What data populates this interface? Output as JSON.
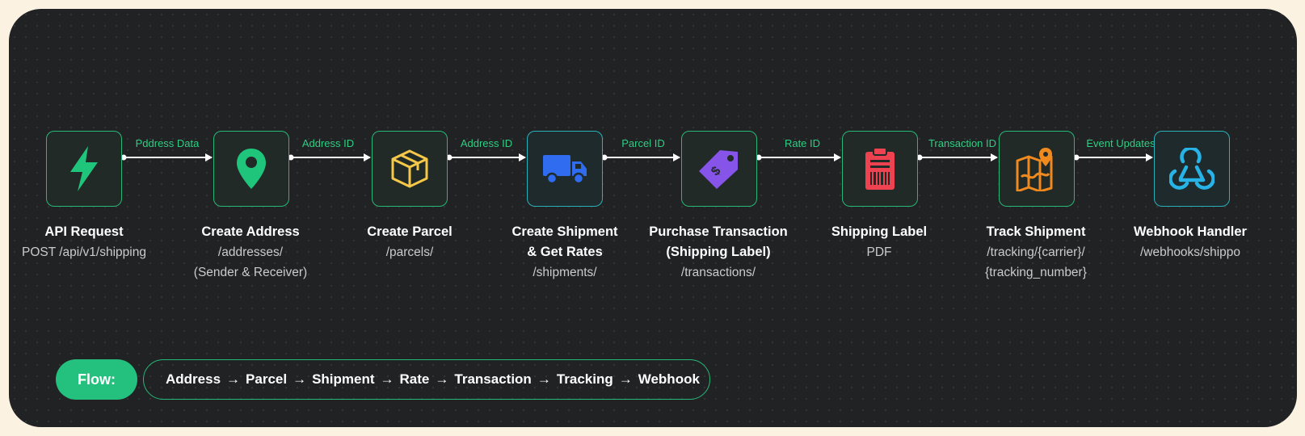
{
  "diagram": {
    "nodes": [
      {
        "id": "api-request",
        "title": "API Request",
        "lines": [
          "POST /api/v1/shipping"
        ],
        "icon": "lightning-bolt-icon",
        "icon_color": "#1fc57a"
      },
      {
        "id": "create-address",
        "title": "Create Address",
        "lines": [
          "/addresses/",
          "(Sender & Receiver)"
        ],
        "icon": "map-pin-icon",
        "icon_color": "#1fc57a"
      },
      {
        "id": "create-parcel",
        "title": "Create Parcel",
        "lines": [
          "/parcels/"
        ],
        "icon": "package-box-icon",
        "icon_color": "#f5c84a"
      },
      {
        "id": "create-shipment",
        "title": "Create Shipment",
        "title2": "& Get Rates",
        "lines": [
          "/shipments/"
        ],
        "icon": "delivery-truck-icon",
        "icon_color": "#2f6cf0"
      },
      {
        "id": "purchase-transaction",
        "title": "Purchase Transaction",
        "title2": "(Shipping Label)",
        "lines": [
          "/transactions/"
        ],
        "icon": "price-tag-icon",
        "icon_color": "#8654e8"
      },
      {
        "id": "shipping-label",
        "title": "Shipping Label",
        "lines": [
          "PDF"
        ],
        "icon": "clipboard-label-icon",
        "icon_color": "#ee4250"
      },
      {
        "id": "track-shipment",
        "title": "Track Shipment",
        "lines": [
          "/tracking/{carrier}/",
          "{tracking_number}"
        ],
        "icon": "map-tracking-icon",
        "icon_color": "#f08a1f"
      },
      {
        "id": "webhook-handler",
        "title": "Webhook Handler",
        "lines": [
          "/webhooks/shippo"
        ],
        "icon": "webhook-icon",
        "icon_color": "#27b3e6"
      }
    ],
    "edges": [
      {
        "from": "api-request",
        "to": "create-address",
        "label": "Pddress Data"
      },
      {
        "from": "create-address",
        "to": "create-parcel",
        "label": "Address ID"
      },
      {
        "from": "create-parcel",
        "to": "create-shipment",
        "label": "Address ID"
      },
      {
        "from": "create-shipment",
        "to": "purchase-transaction",
        "label": "Parcel ID"
      },
      {
        "from": "purchase-transaction",
        "to": "shipping-label",
        "label": "Rate ID"
      },
      {
        "from": "shipping-label",
        "to": "track-shipment",
        "label": "Transaction ID"
      },
      {
        "from": "track-shipment",
        "to": "webhook-handler",
        "label": "Event Updates"
      }
    ]
  },
  "flow": {
    "badge": "Flow:",
    "steps": [
      "Address",
      "Parcel",
      "Shipment",
      "Rate",
      "Transaction",
      "Tracking",
      "Webhook"
    ],
    "arrow": "→"
  },
  "colors": {
    "accent_green": "#23c07e",
    "edge_label": "#2ecf83",
    "panel_bg": "#202224",
    "page_bg": "#fbf2e2"
  }
}
